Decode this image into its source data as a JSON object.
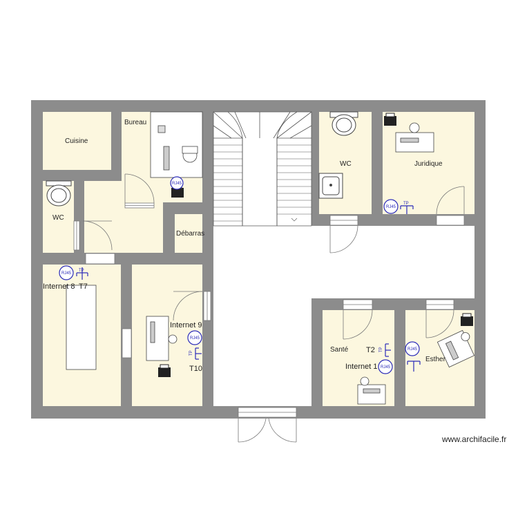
{
  "rooms": {
    "cuisine": "Cuisine",
    "bureau": "Bureau",
    "wc_left": "WC",
    "wc_top": "WC",
    "juridique": "Juridique",
    "debarras": "Débarras",
    "internet8": "Internet 8",
    "internet9": "Internet 9",
    "sante": "Santé",
    "internet1": "Internet 1",
    "esther": "Esther"
  },
  "terminals": {
    "t7": "T7",
    "t10": "T10",
    "t2": "T2"
  },
  "symbols": {
    "rj45": "RJ45",
    "tp": "TP"
  },
  "credit": "www.archifacile.fr",
  "colors": {
    "wall": "#8c8c8c",
    "floor": "#fcf7df",
    "hall": "#ffffff",
    "network": "#2a2ab8"
  }
}
